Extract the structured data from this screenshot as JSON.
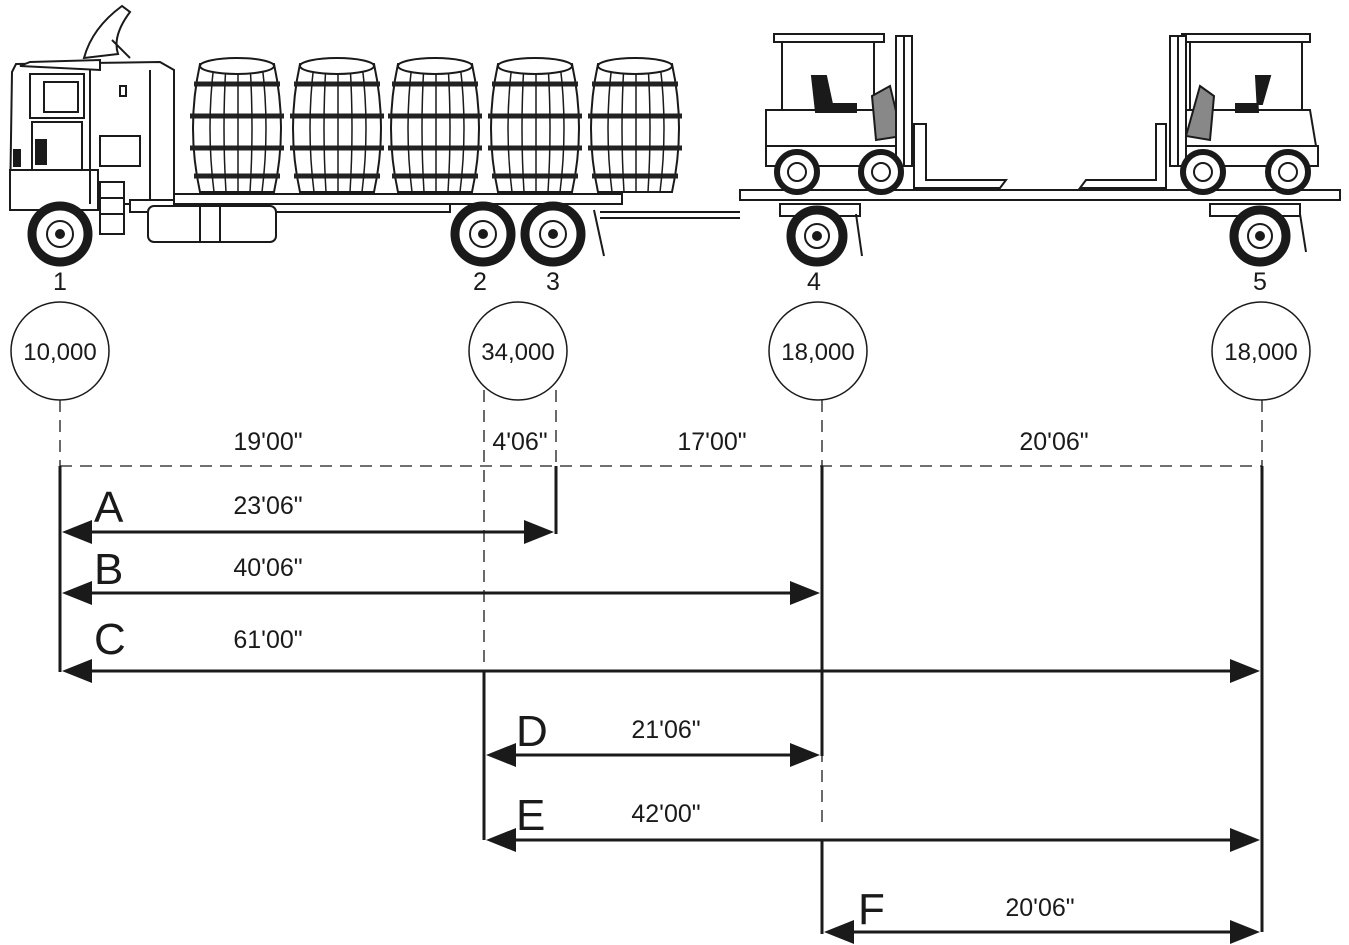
{
  "axles": [
    {
      "number": "1"
    },
    {
      "number": "2"
    },
    {
      "number": "3"
    },
    {
      "number": "4"
    },
    {
      "number": "5"
    }
  ],
  "axle_group_weights": [
    "10,000",
    "34,000",
    "18,000",
    "18,000"
  ],
  "spacings": [
    "19'00\"",
    "4'06\"",
    "17'00\"",
    "20'06\""
  ],
  "spans": [
    {
      "letter": "A",
      "length": "23'06\""
    },
    {
      "letter": "B",
      "length": "40'06\""
    },
    {
      "letter": "C",
      "length": "61'00\""
    },
    {
      "letter": "D",
      "length": "21'06\""
    },
    {
      "letter": "E",
      "length": "42'00\""
    },
    {
      "letter": "F",
      "length": "20'06\""
    }
  ],
  "cargo": {
    "barrels": 5,
    "forklifts": 2
  },
  "colors": {
    "line": "#1a1a1a",
    "fill": "#ffffff",
    "barrel_band": "#222222"
  }
}
